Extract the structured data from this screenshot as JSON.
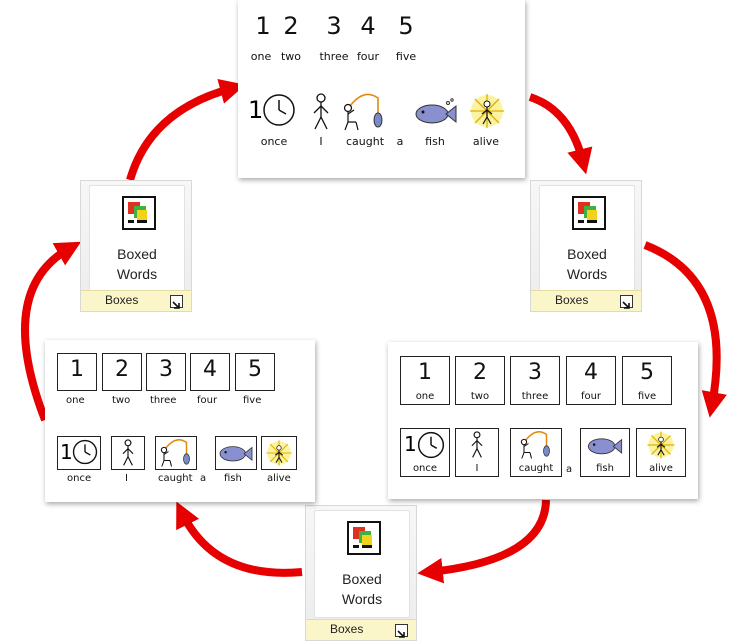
{
  "ribbon": {
    "button_label_line1": "Boxed",
    "button_label_line2": "Words",
    "group_label": "Boxes",
    "button_icon": "boxed-words-icon",
    "launcher_icon": "dialog-launcher-icon"
  },
  "sample": {
    "numbers": [
      "1",
      "2",
      "3",
      "4",
      "5"
    ],
    "number_words": [
      "one",
      "two",
      "three",
      "four",
      "five"
    ],
    "sentence": [
      {
        "word": "once",
        "icon": "clock-icon",
        "prefix": "1"
      },
      {
        "word": "I",
        "icon": "person-icon"
      },
      {
        "word": "caught",
        "icon": "fishing-icon"
      },
      {
        "word": "a",
        "icon": ""
      },
      {
        "word": "fish",
        "icon": "fish-icon"
      },
      {
        "word": "alive",
        "icon": "alive-icon"
      }
    ]
  },
  "colors": {
    "arrow": "#e60000",
    "ribbon_group": "#fbf6c9",
    "icon_red": "#e03020",
    "icon_green": "#40b040",
    "icon_yellow": "#f2d21a"
  }
}
